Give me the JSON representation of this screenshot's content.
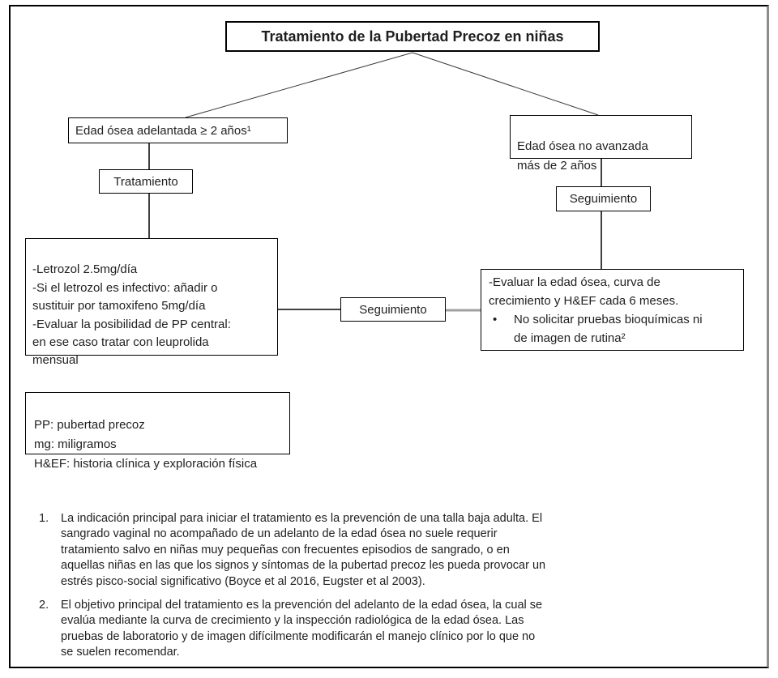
{
  "diagram": {
    "title": "Tratamiento de la Pubertad Precoz en niñas",
    "left_branch": {
      "condition": "Edad ósea adelantada ≥ 2 años¹",
      "action_label": "Tratamiento",
      "detail_lines": [
        "-Letrozol 2.5mg/día",
        "-Si el letrozol es infectivo: añadir o",
        "sustituir por tamoxifeno 5mg/día",
        "-Evaluar la posibilidad de PP central:",
        "en ese caso tratar con leuprolida",
        "mensual"
      ]
    },
    "middle_connector_label": "Seguimiento",
    "right_branch": {
      "condition_lines": [
        "Edad ósea no avanzada",
        "más de 2 años"
      ],
      "action_label": "Seguimiento",
      "detail_lines": [
        "-Evaluar la edad ósea, curva de",
        "crecimiento y H&EF cada 6 meses."
      ],
      "bullet_glyph": "•",
      "bullet_lines": [
        "No solicitar pruebas bioquímicas ni",
        "de imagen de rutina²"
      ]
    },
    "legend_lines": [
      "PP: pubertad precoz",
      "mg: miligramos",
      "H&EF: historia clínica y exploración física"
    ],
    "footnotes": [
      {
        "number": "1.",
        "lines": [
          "La indicación principal para iniciar el tratamiento es la prevención de una talla baja adulta. El",
          "sangrado vaginal no acompañado de un adelanto de la edad ósea no suele requerir",
          "tratamiento salvo en niñas muy pequeñas con frecuentes episodios de sangrado, o en",
          "aquellas niñas en las que los signos y síntomas de la pubertad precoz les pueda provocar un",
          "estrés pisco-social significativo (Boyce et al 2016, Eugster et al 2003)."
        ]
      },
      {
        "number": "2.",
        "lines": [
          "El objetivo principal del tratamiento es la prevención del adelanto de la edad ósea, la cual se",
          "evalúa mediante la curva de crecimiento y la inspección radiológica de la edad ósea. Las",
          "pruebas de laboratorio y de imagen difícilmente modificarán el manejo clínico por lo que no",
          "se suelen recomendar."
        ]
      }
    ],
    "colors": {
      "line_black": "#3a3a3a",
      "line_solid_black": "#000000",
      "line_gray": "#a0a0a0",
      "border_gray": "#8c8c8c"
    }
  }
}
